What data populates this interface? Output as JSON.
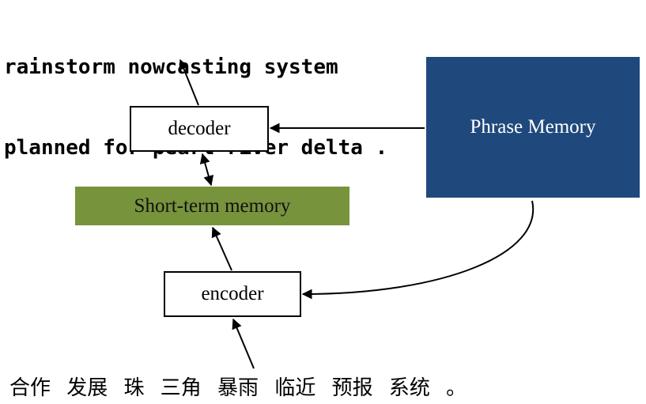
{
  "output_text": {
    "line1": "rainstorm nowcasting system",
    "line2": "planned for pearl river delta ."
  },
  "nodes": {
    "decoder": "decoder",
    "short_term_memory": "Short-term memory",
    "encoder": "encoder",
    "phrase_memory": "Phrase Memory"
  },
  "input_text": "合作 发展 珠 三角 暴雨 临近 预报 系统 。",
  "colors": {
    "phrase_memory_fill": "#1F497D",
    "phrase_memory_text": "#FFFFFF",
    "short_term_memory_fill": "#77933C",
    "box_border": "#000000",
    "arrow": "#000000"
  }
}
